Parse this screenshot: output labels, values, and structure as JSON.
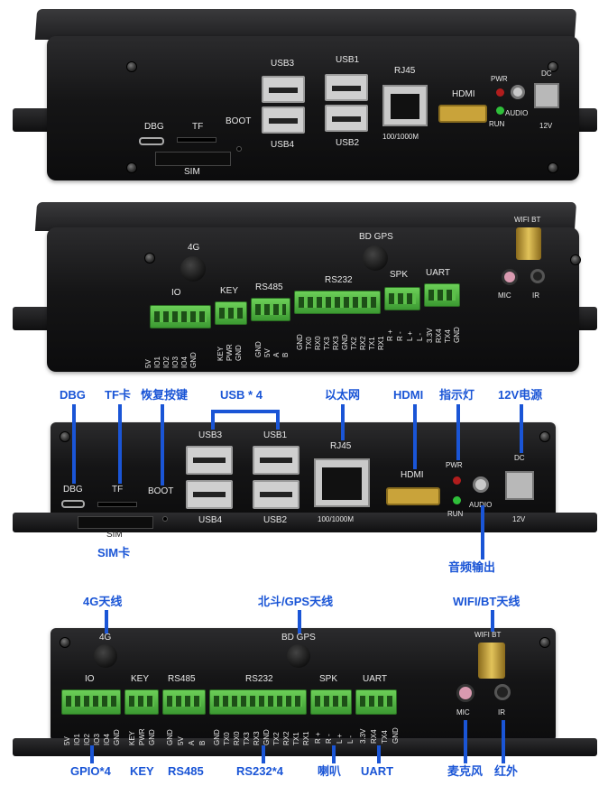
{
  "photo1": {
    "labels": {
      "usb3": "USB3",
      "usb1": "USB1",
      "usb4": "USB4",
      "usb2": "USB2",
      "rj45": "RJ45",
      "speed": "100/1000M",
      "hdmi": "HDMI",
      "pwr": "PWR",
      "run": "RUN",
      "audio": "AUDIO",
      "dc": "DC",
      "v12": "12V",
      "dbg": "DBG",
      "tf": "TF",
      "boot": "BOOT",
      "sim": "SIM"
    }
  },
  "photo2": {
    "labels": {
      "g4": "4G",
      "bdgps": "BD GPS",
      "wifibt": "WIFI BT",
      "io": "IO",
      "key": "KEY",
      "rs485": "RS485",
      "rs232": "RS232",
      "spk": "SPK",
      "uart": "UART",
      "mic": "MIC",
      "ir": "IR"
    },
    "pins": {
      "io": [
        "5V",
        "IO1",
        "IO2",
        "IO3",
        "IO4",
        "GND"
      ],
      "key": [
        "KEY",
        "PWR",
        "GND"
      ],
      "rs485": [
        "GND",
        "5V",
        "A",
        "B"
      ],
      "rs232": [
        "GND",
        "TX0",
        "RX0",
        "TX3",
        "RX3",
        "GND",
        "TX2",
        "RX2",
        "TX1",
        "RX1"
      ],
      "spk": [
        "R +",
        "R -",
        "L +",
        "L -"
      ],
      "uart": [
        "3.3V",
        "RX4",
        "TX4",
        "GND"
      ]
    }
  },
  "photo3": {
    "callouts": {
      "dbg": "DBG",
      "tf": "TF卡",
      "reset": "恢复按键",
      "usb": "USB * 4",
      "eth": "以太网",
      "hdmi": "HDMI",
      "indicator": "指示灯",
      "power": "12V电源",
      "sim": "SIM卡",
      "audio": "音频输出"
    }
  },
  "photo4": {
    "callouts": {
      "ant4g": "4G天线",
      "gps": "北斗/GPS天线",
      "wifi": "WIFI/BT天线",
      "gpio": "GPIO*4",
      "key": "KEY",
      "rs485": "RS485",
      "rs232": "RS232*4",
      "spk": "喇叭",
      "uart": "UART",
      "mic": "麦克风",
      "ir": "红外"
    }
  }
}
